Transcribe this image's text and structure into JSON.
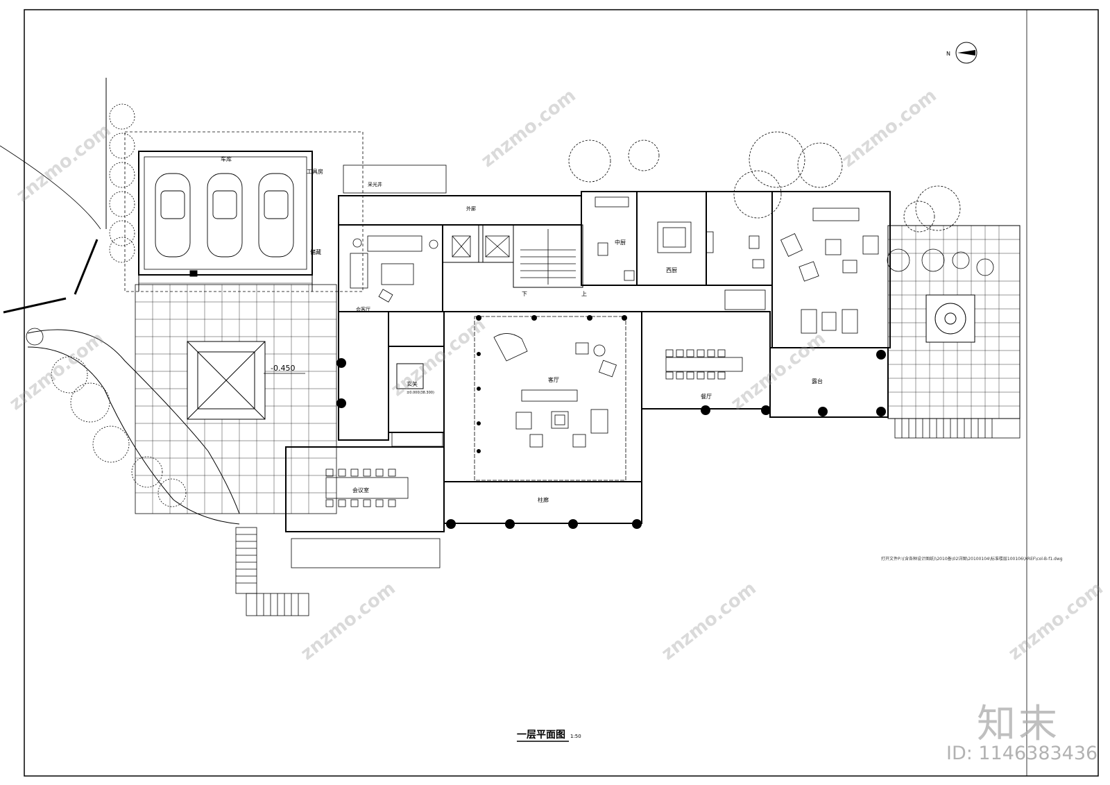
{
  "drawing": {
    "title": "一层平面图",
    "scale": "1:50",
    "file_path": "打开文件P:\\(含各种设计图纸)\\2010备\\02详图\\20100104\\标准楼层100106\\XREF\\col-B-f1.dwg",
    "north_label": "N"
  },
  "rooms": {
    "garage": "车库",
    "tool_room": "工具房",
    "storage": "储藏",
    "light_well": "采光井",
    "corridor": "外廊",
    "reception": "会客厅",
    "chinese_kitchen": "中厨",
    "western_kitchen": "西厨",
    "living_room": "客厅",
    "dining_room": "餐厅",
    "foyer": "玄关",
    "foyer_level": "±0.000(38.300)",
    "meeting_room": "会议室",
    "colonnade": "柱廊",
    "terrace": "露台"
  },
  "annotations": {
    "elevation": "-0.450",
    "down": "下",
    "up": "上"
  },
  "watermarks": {
    "site": "znzmo.com",
    "brand": "知末",
    "id": "ID: 1146383436"
  }
}
